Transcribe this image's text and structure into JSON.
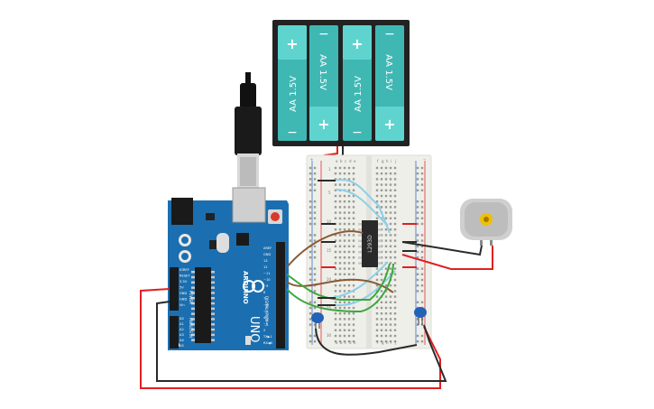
{
  "battery_pack": {
    "cells": [
      {
        "label": "AA 1.5V",
        "top_terminal": "+",
        "bottom_terminal": "−"
      },
      {
        "label": "AA 1.5V",
        "top_terminal": "−",
        "bottom_terminal": "+"
      },
      {
        "label": "AA 1.5V",
        "top_terminal": "+",
        "bottom_terminal": "−"
      },
      {
        "label": "AA 1.5V",
        "top_terminal": "−",
        "bottom_terminal": "+"
      }
    ]
  },
  "arduino": {
    "brand": "ARDUINO",
    "model": "UNO",
    "digital_header": "DIGITAL (PWM~)",
    "power_header": "POWER",
    "analog_header": "ANALOG IN",
    "top_pins": [
      "AREF",
      "GND",
      "13",
      "12",
      "~11",
      "~10",
      "~9",
      "8",
      "7",
      "~6",
      "~5",
      "4",
      "~3",
      "2",
      "TX▶1",
      "RX◀0"
    ],
    "power_pins": [
      "IOREF",
      "RESET",
      "3.3V",
      "5V",
      "GND",
      "GND",
      "Vin"
    ],
    "analog_pins": [
      "A0",
      "A1",
      "A2",
      "A3",
      "A4",
      "A5"
    ]
  },
  "breadboard": {
    "columns": [
      "a",
      "b",
      "c",
      "d",
      "e",
      "f",
      "g",
      "h",
      "i",
      "j"
    ],
    "rows": [
      "1",
      "5",
      "10",
      "15",
      "20",
      "25",
      "30"
    ],
    "rail_plus": "+",
    "rail_minus": "−"
  },
  "chip": {
    "label": "L293D"
  },
  "colors": {
    "battery_case": "#222222",
    "battery_cell": "#3fb8b4",
    "battery_terminal": "#5fd4cf",
    "arduino_board": "#1b6fb0",
    "breadboard": "#efefea",
    "wire_red": "#e02020",
    "wire_black": "#2a2a2a",
    "wire_brown": "#8a5a32",
    "wire_green": "#3aa83a",
    "wire_blue": "#8ed0e6",
    "capacitor": "#2262b8",
    "motor_body": "#cfcfcf",
    "motor_shaft": "#f0c000"
  }
}
